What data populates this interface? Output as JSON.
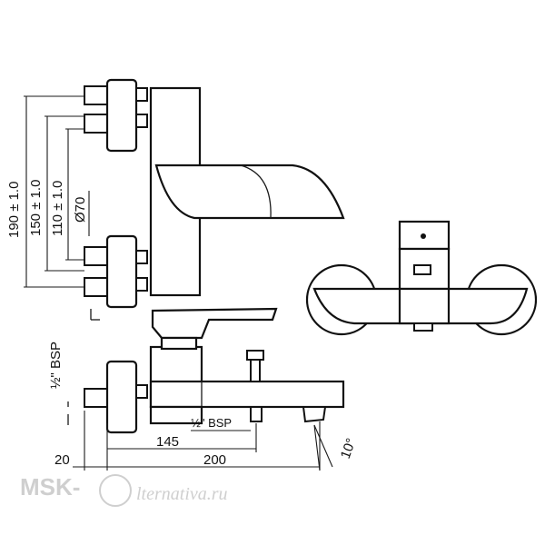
{
  "dimensions": {
    "d190": "190 ± 1.0",
    "d150": "150 ± 1.0",
    "d110": "110 ± 1.0",
    "diameter": "Ø70",
    "bsp_inlet": "½\" BSP",
    "bsp_hose": "½\" BSP",
    "d145": "145",
    "d200": "200",
    "d20": "20",
    "angle": "10°"
  },
  "watermark": {
    "brand": "MSK-",
    "domain": "lternativa.ru"
  }
}
